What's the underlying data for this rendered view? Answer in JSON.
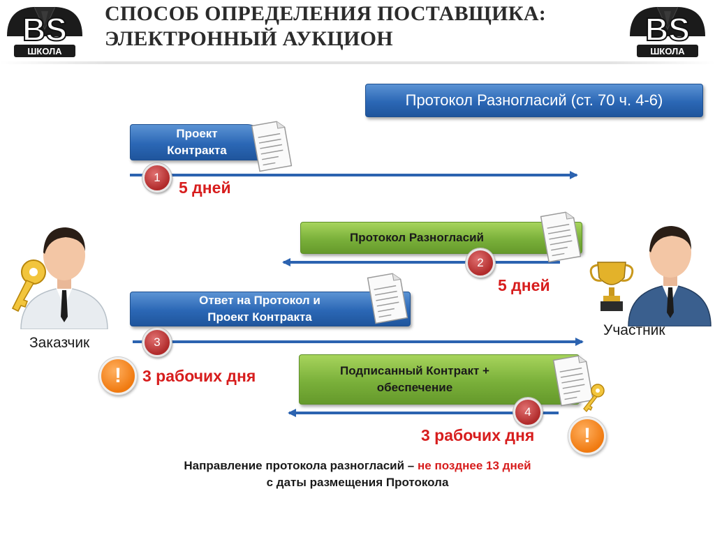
{
  "title": {
    "line1": "СПОСОБ ОПРЕДЕЛЕНИЯ ПОСТАВЩИКА:",
    "line2": "ЭЛЕКТРОННЫЙ АУКЦИОН"
  },
  "logo": {
    "text": "BS",
    "school_label": "ШКОЛА"
  },
  "header_box": "Протокол Разногласий (ст. 70 ч. 4-6)",
  "roles": {
    "customer": "Заказчик",
    "participant": "Участник"
  },
  "steps": [
    {
      "number": "1",
      "line1": "Проект",
      "line2": "Контракта",
      "deadline": "5 дней"
    },
    {
      "number": "2",
      "line1": "Протокол Разногласий",
      "line2": "",
      "deadline": "5 дней"
    },
    {
      "number": "3",
      "line1": "Ответ на Протокол и",
      "line2": "Проект Контракта",
      "deadline": "3 рабочих дня"
    },
    {
      "number": "4",
      "line1": "Подписанный Контракт +",
      "line2": "обеспечение",
      "deadline": "3 рабочих дня"
    }
  ],
  "warning_mark": "!",
  "note": {
    "part1": "Направление протокола разногласий – ",
    "part2_red": "не позднее 13 дней",
    "line2": "с даты размещения Протокола"
  },
  "colors": {
    "blue_box": "#2b67b5",
    "green_box": "#7ab03a",
    "arrow": "#2c63b0",
    "deadline_red": "#d71d1d",
    "warning_orange": "#f07a10"
  }
}
